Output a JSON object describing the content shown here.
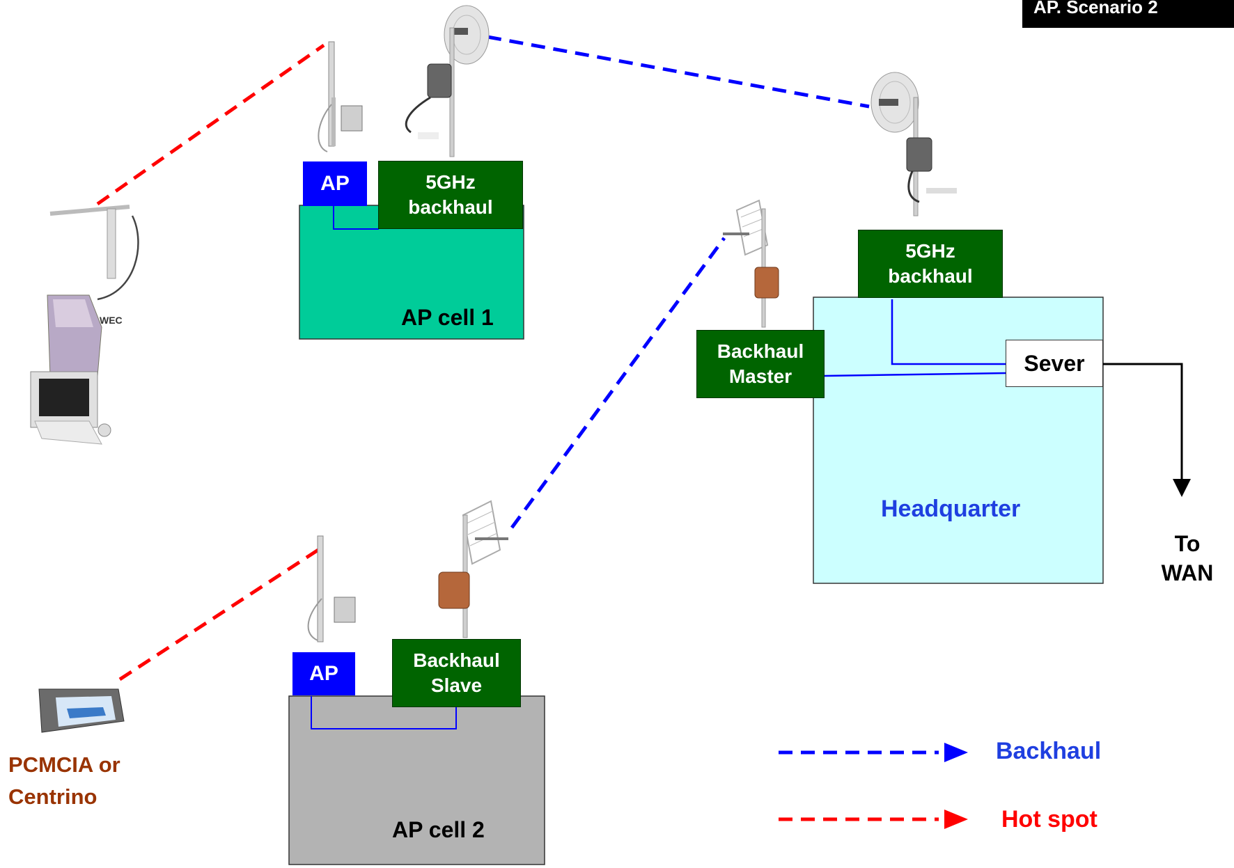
{
  "title": "AP. Scenario 2",
  "labels": {
    "ap_cell_1": "AP cell 1",
    "ap_cell_2": "AP cell 2",
    "headquarter": "Headquarter",
    "ap_1": "AP",
    "ap_2": "AP",
    "backhaul_5ghz_1": "5GHz\nbackhaul",
    "backhaul_5ghz_hq": "5GHz\nbackhaul",
    "backhaul_master": "Backhaul\nMaster",
    "backhaul_slave": "Backhaul\nSlave",
    "server": "Sever",
    "to_wan": "To\nWAN",
    "wec": "WEC",
    "client_card": "PCMCIA or\nCentrino"
  },
  "legend": [
    {
      "label": "Backhaul",
      "color": "#0000ff"
    },
    {
      "label": "Hot spot",
      "color": "#ff0000"
    }
  ],
  "colors": {
    "backhaul_link": "#0000ff",
    "hotspot_link": "#ff0000",
    "ap_cell_1": "#00cc99",
    "ap_cell_2": "#b3b3b3",
    "headquarter": "#ccffff",
    "green_box": "#006400",
    "ap_box": "#0000ff",
    "client_label": "#993300"
  }
}
